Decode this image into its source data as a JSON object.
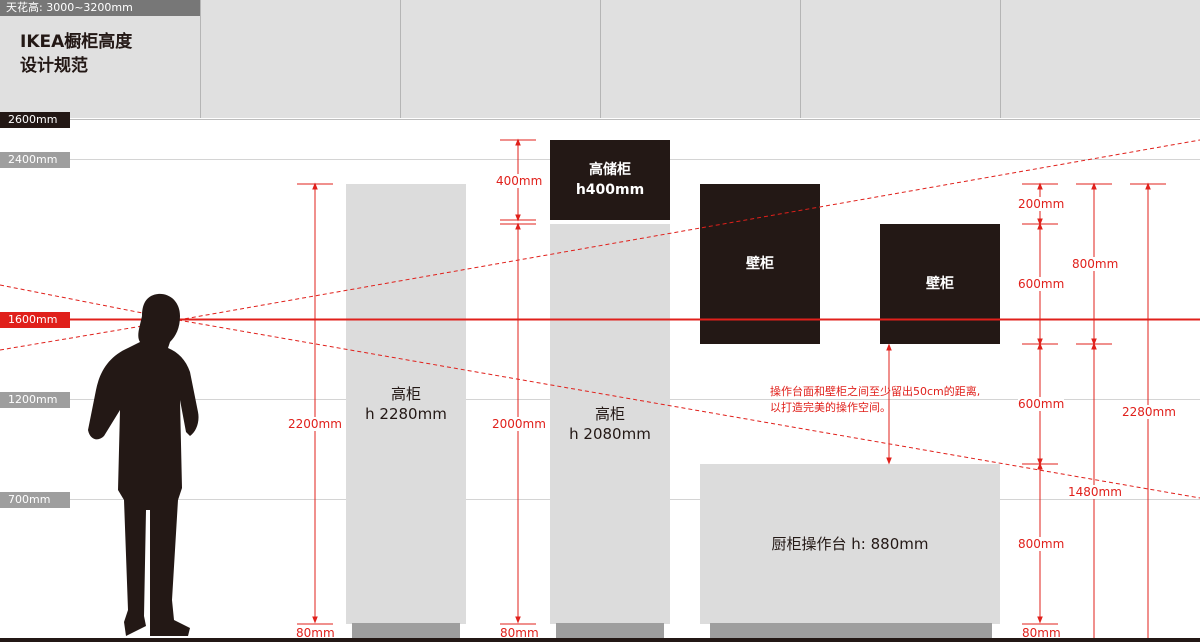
{
  "ceiling": {
    "label": "天花高: 3000~3200mm"
  },
  "title": {
    "line1": "IKEA橱柜高度",
    "line2": "设计规范"
  },
  "levels": {
    "l2600": "2600mm",
    "l2400": "2400mm",
    "l1600": "1600mm",
    "l1200": "1200mm",
    "l700": "700mm"
  },
  "units": {
    "tall_cabinet": {
      "name": "高柜",
      "height": "h 2280mm"
    },
    "storage_top": {
      "name": "高储柜",
      "height": "h400mm"
    },
    "tall_cabinet_2": {
      "name": "高柜",
      "height": "h 2080mm"
    },
    "wall_cabinet_1": {
      "name": "壁柜"
    },
    "wall_cabinet_2": {
      "name": "壁柜"
    },
    "counter": {
      "name": "厨柜操作台 h: 880mm"
    }
  },
  "dims": {
    "d2200": "2200mm",
    "d80a": "80mm",
    "d400": "400mm",
    "d2000": "2000mm",
    "d80b": "80mm",
    "d200": "200mm",
    "d600a": "600mm",
    "d600b": "600mm",
    "d800a": "800mm",
    "d80c": "80mm",
    "d800b": "800mm",
    "d1480": "1480mm",
    "d2280": "2280mm"
  },
  "note": {
    "line1": "操作台面和壁柜之间至少留出50cm的距离,",
    "line2": "以打造完美的操作空间。"
  },
  "colors": {
    "accent": "#e0201b",
    "dark": "#231815",
    "cabinet": "#dcdcdc",
    "ceiling": "#e0e0e0"
  }
}
